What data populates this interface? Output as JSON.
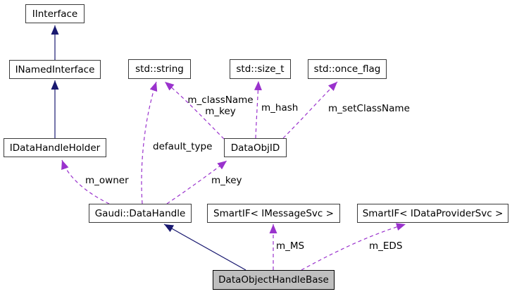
{
  "diagram_type": "class-collaboration-graph",
  "nodes": [
    {
      "id": "iinterface",
      "label": "IInterface",
      "highlighted": false
    },
    {
      "id": "inamedinterface",
      "label": "INamedInterface",
      "highlighted": false
    },
    {
      "id": "idatahandleholder",
      "label": "IDataHandleHolder",
      "highlighted": false
    },
    {
      "id": "std-string",
      "label": "std::string",
      "highlighted": false
    },
    {
      "id": "std-size-t",
      "label": "std::size_t",
      "highlighted": false
    },
    {
      "id": "std-once-flag",
      "label": "std::once_flag",
      "highlighted": false
    },
    {
      "id": "dataobjid",
      "label": "DataObjID",
      "highlighted": false
    },
    {
      "id": "gaudi-datahandle",
      "label": "Gaudi::DataHandle",
      "highlighted": false
    },
    {
      "id": "smartif-imessagesvc",
      "label": "SmartIF< IMessageSvc >",
      "highlighted": false
    },
    {
      "id": "smartif-idataprovidersvc",
      "label": "SmartIF< IDataProviderSvc >",
      "highlighted": false
    },
    {
      "id": "dataobjecthandlebase",
      "label": "DataObjectHandleBase",
      "highlighted": true
    }
  ],
  "relations": [
    {
      "from": "INamedInterface",
      "to": "IInterface",
      "type": "inheritance",
      "label": ""
    },
    {
      "from": "IDataHandleHolder",
      "to": "INamedInterface",
      "type": "inheritance",
      "label": ""
    },
    {
      "from": "DataObjectHandleBase",
      "to": "Gaudi::DataHandle",
      "type": "inheritance",
      "label": ""
    },
    {
      "from": "Gaudi::DataHandle",
      "to": "IDataHandleHolder",
      "type": "usage",
      "label": "m_owner"
    },
    {
      "from": "Gaudi::DataHandle",
      "to": "DataObjID",
      "type": "usage",
      "label": "m_key"
    },
    {
      "from": "Gaudi::DataHandle",
      "to": "std::string",
      "type": "usage",
      "label": "default_type"
    },
    {
      "from": "DataObjID",
      "to": "std::string",
      "type": "usage",
      "label_lines": [
        "m_className",
        "m_key"
      ]
    },
    {
      "from": "DataObjID",
      "to": "std::size_t",
      "type": "usage",
      "label": "m_hash"
    },
    {
      "from": "DataObjID",
      "to": "std::once_flag",
      "type": "usage",
      "label": "m_setClassName"
    },
    {
      "from": "DataObjectHandleBase",
      "to": "SmartIF< IMessageSvc >",
      "type": "usage",
      "label": "m_MS"
    },
    {
      "from": "DataObjectHandleBase",
      "to": "SmartIF< IDataProviderSvc >",
      "type": "usage",
      "label": "m_EDS"
    }
  ],
  "colors": {
    "inheritance_edge": "#191970",
    "usage_edge": "#9a32cd",
    "node_border": "#3b3b3b",
    "highlight_fill": "#bfbfbf",
    "background": "#ffffff"
  }
}
